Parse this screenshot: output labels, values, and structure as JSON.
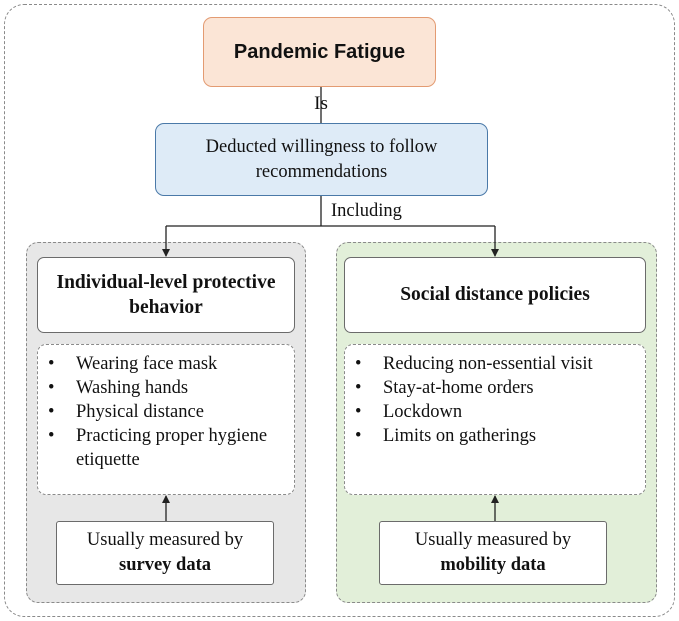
{
  "top": {
    "title": "Pandemic Fatigue",
    "is_label": "Is",
    "definition": "Deducted willingness to follow recommendations",
    "including_label": "Including"
  },
  "left": {
    "heading": "Individual-level protective behavior",
    "bullet_symbol": "•",
    "items": [
      "Wearing face mask",
      "Washing hands",
      "Physical distance",
      "Practicing proper hygiene etiquette"
    ],
    "measure_prefix": "Usually measured by",
    "measure_source": "survey data"
  },
  "right": {
    "heading": "Social distance policies",
    "bullet_symbol": "•",
    "items": [
      "Reducing non-essential visit",
      "Stay-at-home orders",
      "Lockdown",
      "Limits on gatherings"
    ],
    "measure_prefix": "Usually measured by",
    "measure_source": "mobility data"
  },
  "colors": {
    "title_fill": "#fbe5d6",
    "title_border": "#e39b72",
    "definition_fill": "#deebf7",
    "definition_border": "#4a79a8",
    "left_panel_fill": "#e7e7e7",
    "right_panel_fill": "#e2efd9"
  }
}
